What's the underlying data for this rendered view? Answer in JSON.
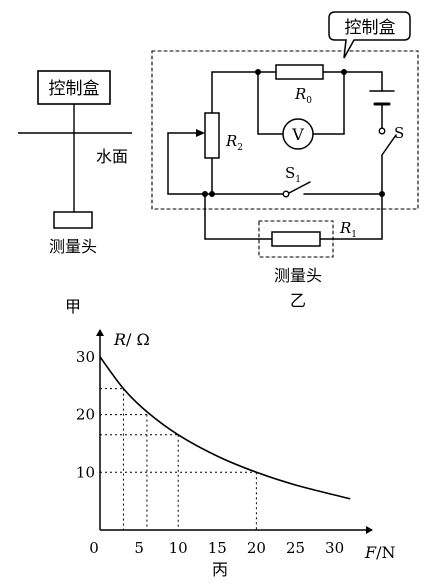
{
  "fig_jia": {
    "box_label": "控制盒",
    "water_label": "水面",
    "head_label": "测量头",
    "caption": "甲"
  },
  "fig_yi": {
    "callout_label": "控制盒",
    "r0": {
      "sym": "R",
      "sub": "0"
    },
    "r1": {
      "sym": "R",
      "sub": "1"
    },
    "r2": {
      "sym": "R",
      "sub": "2"
    },
    "s": {
      "sym": "S"
    },
    "s1": {
      "sym": "S",
      "sub": "1"
    },
    "voltmeter": "V",
    "head_label": "测量头",
    "caption": "乙"
  },
  "fig_bing": {
    "caption": "丙",
    "ylabel": {
      "sym": "R",
      "unit": "/ Ω"
    },
    "xlabel": {
      "sym": "F",
      "unit": "/N"
    }
  },
  "chart_data": {
    "type": "line",
    "xlabel": "F/N",
    "ylabel": "R/ Ω",
    "xlim": [
      0,
      33
    ],
    "ylim": [
      0,
      33
    ],
    "x_ticks": [
      "0",
      "5",
      "10",
      "15",
      "20",
      "25",
      "30"
    ],
    "y_ticks": [
      "10",
      "20",
      "30"
    ],
    "origin_label": "0",
    "series": [
      {
        "x": [
          0,
          3,
          6,
          10,
          15,
          20,
          25,
          32
        ],
        "y": [
          30,
          24.5,
          20.5,
          16.5,
          12.8,
          10,
          7.8,
          5.4
        ]
      }
    ],
    "guides": [
      {
        "x": 3,
        "y": 24.5
      },
      {
        "x": 6,
        "y": 20
      },
      {
        "x": 10,
        "y": 16.5
      },
      {
        "x": 20,
        "y": 10
      }
    ],
    "grid": false
  }
}
